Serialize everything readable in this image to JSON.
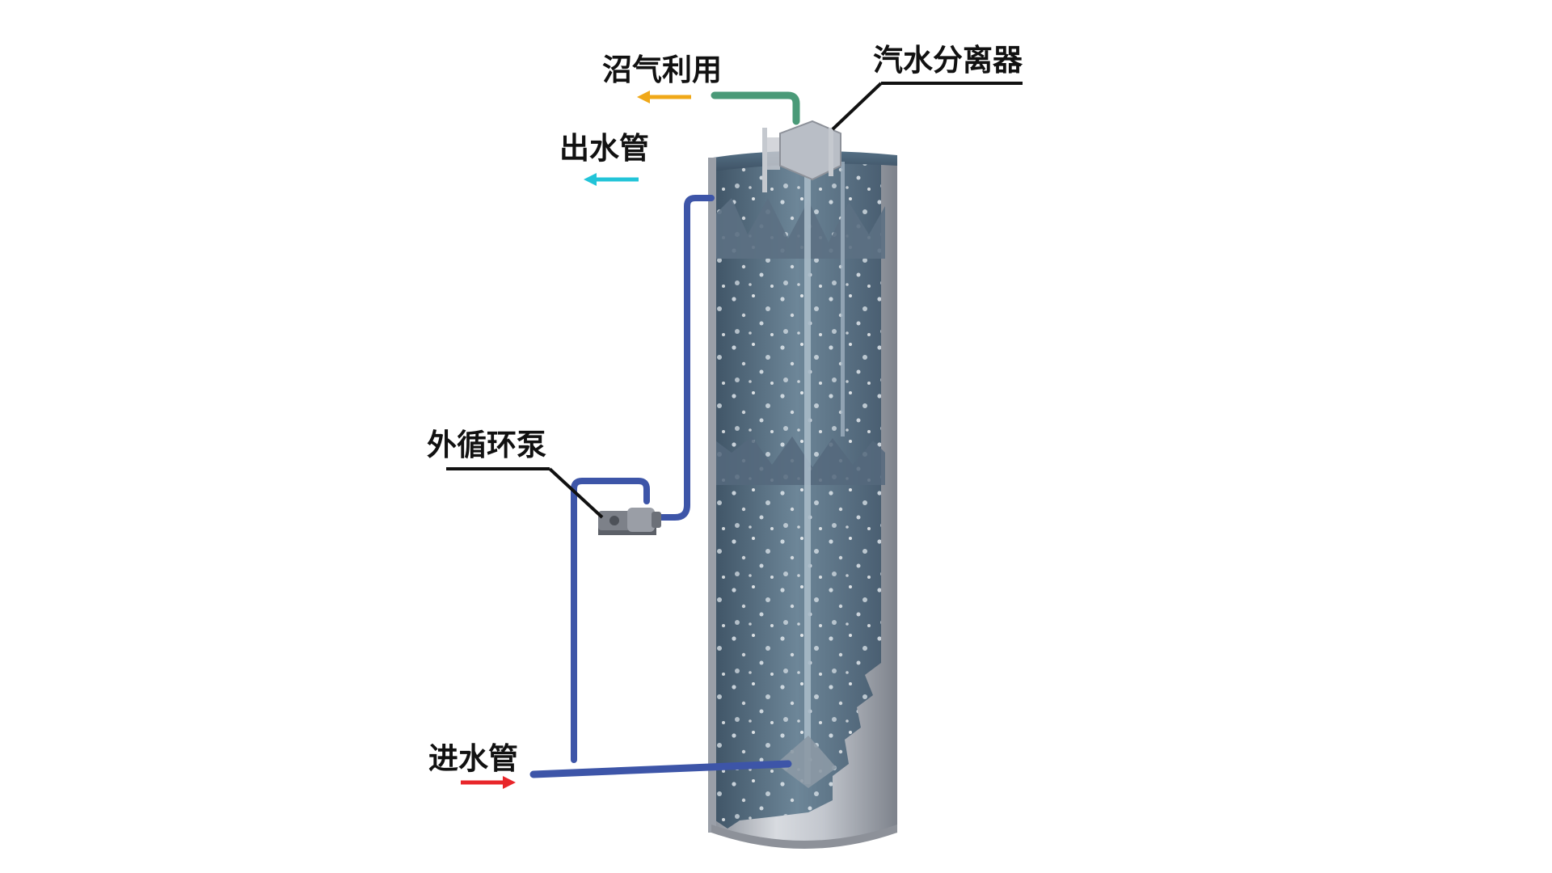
{
  "labels": {
    "biogas": "沼气利用",
    "separator": "汽水分离器",
    "outlet": "出水管",
    "pump": "外循环泵",
    "inlet": "进水管"
  },
  "colors": {
    "biogas_arrow": "#f0a818",
    "outlet_arrow": "#22c4d8",
    "inlet_arrow": "#e8262a",
    "pipe_blue": "#3d55a8",
    "gas_pipe_green": "#4a9a78",
    "tank_steel": "#b8bcc4",
    "water": "#4b6478"
  },
  "icons": {
    "biogas_arrow": "left-arrow-icon",
    "outlet_arrow": "left-arrow-icon",
    "inlet_arrow": "right-arrow-icon"
  }
}
